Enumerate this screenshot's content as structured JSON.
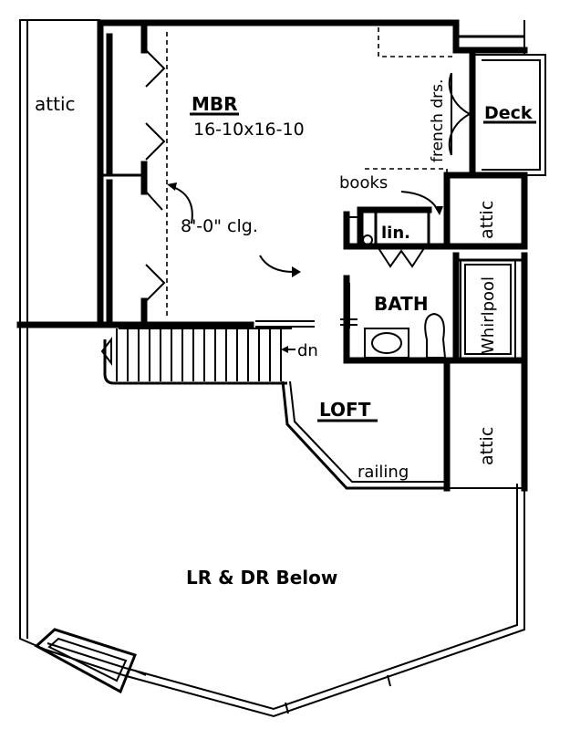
{
  "labels": {
    "attic_left": "attic",
    "mbr": "MBR",
    "mbr_size": "16-10x16-10",
    "ceiling": "8'-0\" clg.",
    "deck": "Deck",
    "french_doors": "french drs.",
    "books": "books",
    "attic_right_top": "attic",
    "linen": "lin.",
    "bath": "BATH",
    "whirlpool": "Whirlpool",
    "down": "dn",
    "loft": "LOFT",
    "attic_right_bottom": "attic",
    "railing": "railing",
    "below": "LR & DR Below"
  }
}
